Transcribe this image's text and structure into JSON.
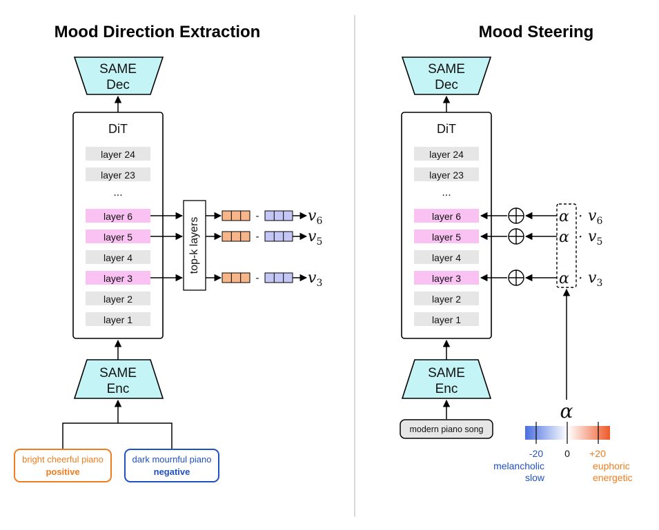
{
  "left": {
    "title": "Mood Direction Extraction",
    "decoder": {
      "line1": "SAME",
      "line2": "Dec"
    },
    "encoder": {
      "line1": "SAME",
      "line2": "Enc"
    },
    "dit_label": "DiT",
    "ellipsis": "...",
    "layers": [
      "layer 24",
      "layer 23",
      "layer 6",
      "layer 5",
      "layer 4",
      "layer 3",
      "layer 2",
      "layer 1"
    ],
    "topk_label": "top-k layers",
    "minus": "-",
    "vectors": [
      {
        "base": "v",
        "sub": "6"
      },
      {
        "base": "v",
        "sub": "5"
      },
      {
        "base": "v",
        "sub": "3"
      }
    ],
    "prompt_positive": {
      "text": "bright cheerful piano",
      "tag": "positive"
    },
    "prompt_negative": {
      "text": "dark mournful piano",
      "tag": "negative"
    }
  },
  "right": {
    "title": "Mood Steering",
    "decoder": {
      "line1": "SAME",
      "line2": "Dec"
    },
    "encoder": {
      "line1": "SAME",
      "line2": "Enc"
    },
    "dit_label": "DiT",
    "ellipsis": "...",
    "layers": [
      "layer 24",
      "layer 23",
      "layer 6",
      "layer 5",
      "layer 4",
      "layer 3",
      "layer 2",
      "layer 1"
    ],
    "alpha": "α",
    "dot": "·",
    "vectors": [
      {
        "base": "v",
        "sub": "6"
      },
      {
        "base": "v",
        "sub": "5"
      },
      {
        "base": "v",
        "sub": "3"
      }
    ],
    "prompt": "modern piano song",
    "alpha_big": "α",
    "scale": {
      "min_value": "-20",
      "mid_value": "0",
      "max_value": "+20",
      "min_label_1": "melancholic",
      "min_label_2": "slow",
      "max_label_1": "euphoric",
      "max_label_2": "energetic"
    }
  },
  "colors": {
    "trapezoid_fill": "#c4f4f6",
    "layer_gray": "#e6e6e6",
    "layer_pink": "#f9c2f2",
    "orange_cell": "#f6b68a",
    "blue_cell": "#c4c6f6",
    "orange_text": "#f07c1e",
    "blue_text": "#1f4fc4",
    "prompt_gray": "#e6e6e6"
  }
}
